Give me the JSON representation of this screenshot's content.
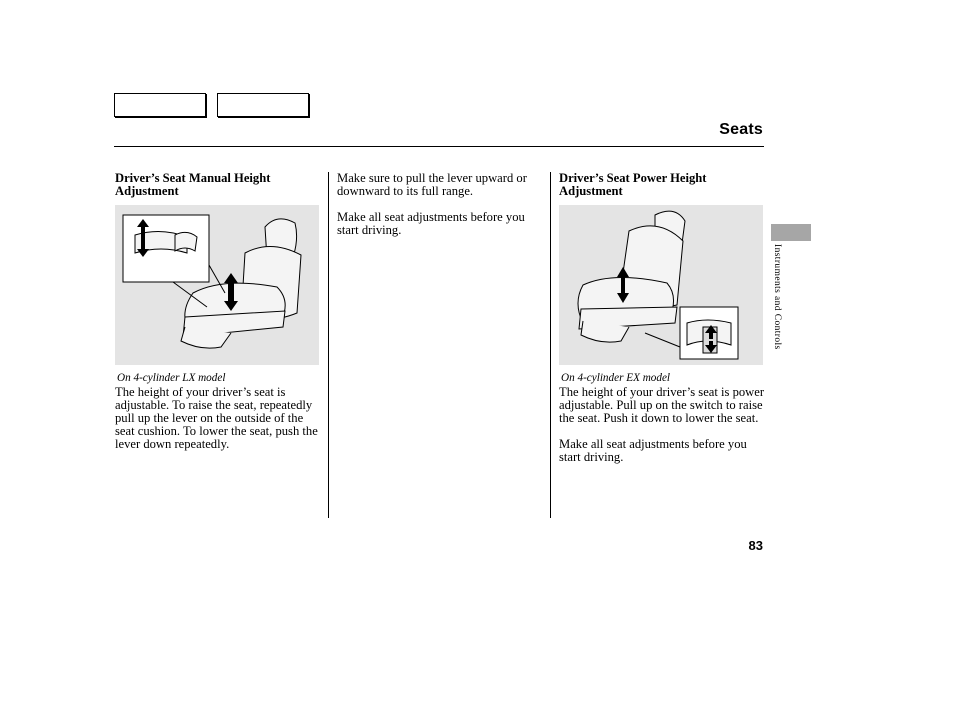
{
  "header": {
    "title": "Seats"
  },
  "left_column": {
    "heading": "Driver’s Seat Manual Height Adjustment",
    "figure_caption": "On 4-cylinder LX model",
    "body": "The height of your driver’s seat is adjustable. To raise the seat, repeatedly pull up the lever on the outside of the seat cushion. To lower the seat, push the lever down repeatedly."
  },
  "middle_column": {
    "para1": "Make sure to pull the lever upward or downward to its full range.",
    "para2": "Make all seat adjustments before you start driving."
  },
  "right_column": {
    "heading": "Driver’s Seat Power Height Adjustment",
    "figure_caption": "On 4-cylinder EX model",
    "body": "The height of your driver’s seat is power adjustable. Pull up on the switch to raise the seat. Push it down to lower the seat.",
    "para2": "Make all seat adjustments before you start driving."
  },
  "side_tab": {
    "label": "Instruments and Controls"
  },
  "footer": {
    "page_number": "83"
  }
}
